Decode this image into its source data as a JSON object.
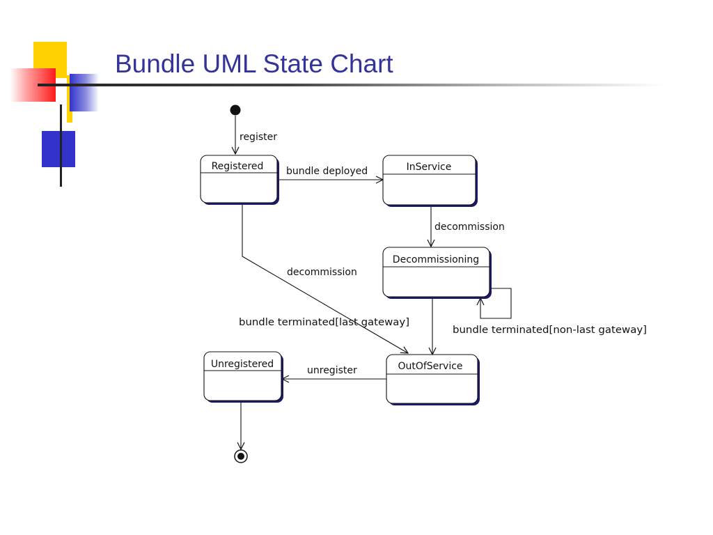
{
  "slide": {
    "title": "Bundle UML State Chart"
  },
  "colors": {
    "title": "#333399",
    "accent_yellow": "#ffd200",
    "accent_blue": "#3333cc",
    "accent_red": "#ff1a1a",
    "state_shadow": "#1a1a66"
  },
  "diagram": {
    "states": {
      "registered": "Registered",
      "in_service": "InService",
      "decommissioning": "Decommissioning",
      "out_of_service": "OutOfService",
      "unregistered": "Unregistered"
    },
    "transitions": {
      "register": "register",
      "bundle_deployed": "bundle deployed",
      "decommission_inservice": "decommission",
      "decommission_registered": "decommission",
      "bundle_terminated_last": "bundle terminated[last gateway]",
      "bundle_terminated_nonlast": "bundle terminated[non-last gateway]",
      "unregister": "unregister"
    }
  }
}
